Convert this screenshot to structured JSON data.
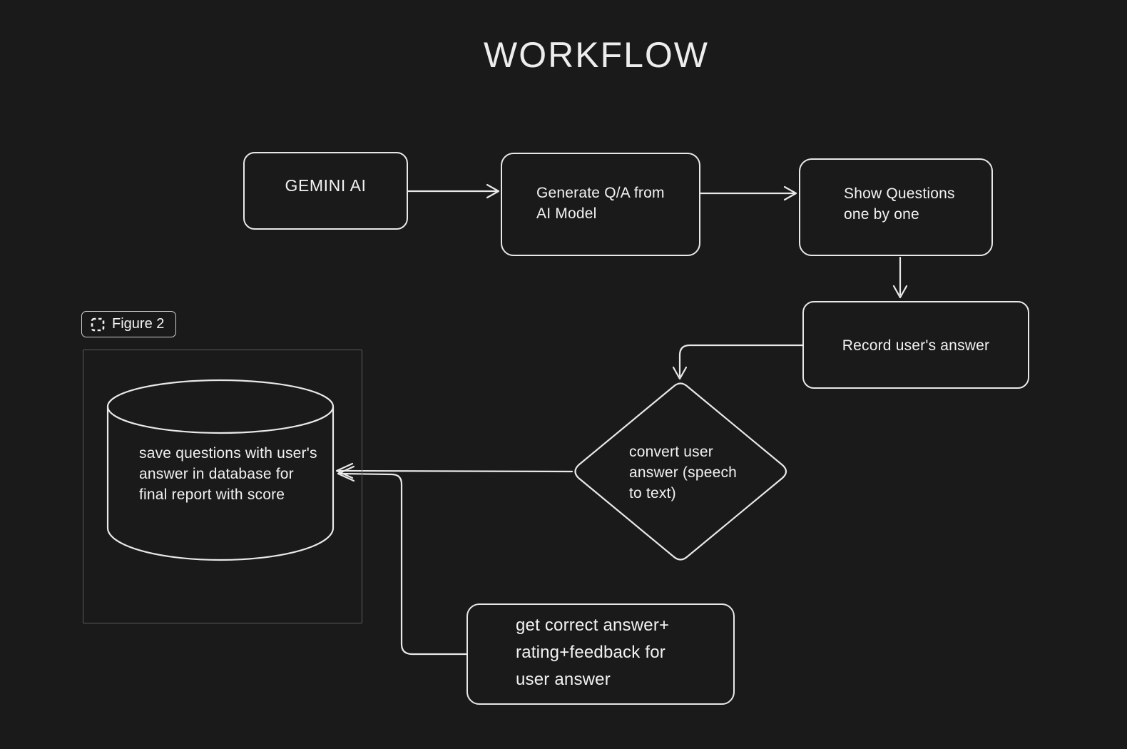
{
  "title": "WORKFLOW",
  "figure_badge": {
    "label": "Figure 2",
    "icon": "dashed-frame-icon"
  },
  "nodes": {
    "gemini": {
      "label": "GEMINI AI",
      "shape": "rectangle"
    },
    "generate": {
      "label": "Generate Q/A from\nAI Model",
      "shape": "rectangle"
    },
    "show_questions": {
      "label": "Show Questions\none by one",
      "shape": "rectangle"
    },
    "record_answer": {
      "label": "Record user's answer",
      "shape": "rectangle"
    },
    "convert_answer": {
      "label": "convert user\nanswer (speech\nto text)",
      "shape": "diamond"
    },
    "save_database": {
      "label": "save questions with user's\nanswer in database for\nfinal report with score",
      "shape": "cylinder"
    },
    "get_feedback": {
      "label": "get correct answer+\nrating+feedback for\nuser answer",
      "shape": "rectangle"
    }
  },
  "edges": [
    {
      "from": "gemini",
      "to": "generate"
    },
    {
      "from": "generate",
      "to": "show_questions"
    },
    {
      "from": "show_questions",
      "to": "record_answer"
    },
    {
      "from": "record_answer",
      "to": "convert_answer"
    },
    {
      "from": "convert_answer",
      "to": "save_database"
    },
    {
      "from": "get_feedback",
      "to": "save_database"
    }
  ],
  "colors": {
    "background": "#1a1a1a",
    "stroke": "#e8e8e8",
    "text": "#f2f2f2",
    "frame_border": "#5a5a5e",
    "badge_border": "#cfcfcf"
  }
}
